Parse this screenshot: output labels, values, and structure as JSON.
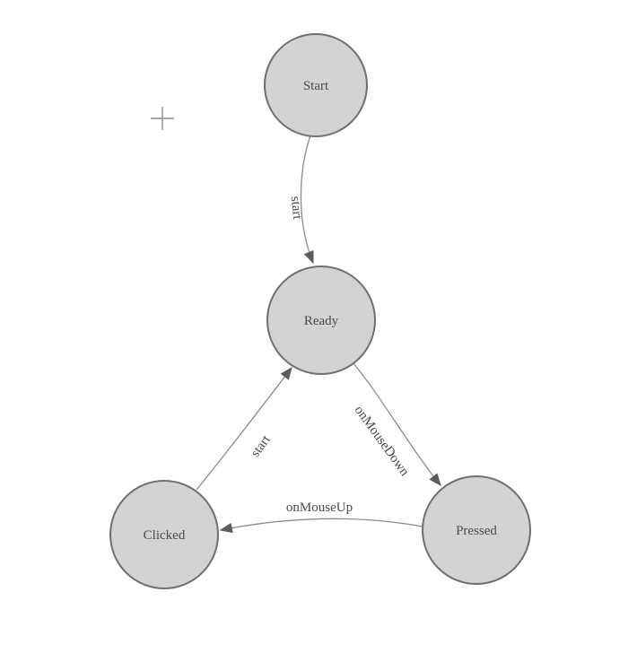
{
  "diagram": {
    "type": "state-machine",
    "nodes": [
      {
        "id": "start",
        "label": "Start"
      },
      {
        "id": "ready",
        "label": "Ready"
      },
      {
        "id": "clicked",
        "label": "Clicked"
      },
      {
        "id": "pressed",
        "label": "Pressed"
      }
    ],
    "edges": [
      {
        "id": "start-to-ready",
        "from": "Start",
        "to": "Ready",
        "label": "start"
      },
      {
        "id": "ready-to-pressed",
        "from": "Ready",
        "to": "Pressed",
        "label": "onMouseDown"
      },
      {
        "id": "pressed-to-clicked",
        "from": "Pressed",
        "to": "Clicked",
        "label": "onMouseUp"
      },
      {
        "id": "clicked-to-ready",
        "from": "Clicked",
        "to": "Ready",
        "label": "start"
      }
    ],
    "icons": {
      "crosshair": "+"
    },
    "colors": {
      "background": "#ffffff",
      "node_fill": "#d3d3d3",
      "node_stroke": "#6f6f6f",
      "edge_stroke": "#8c8c8c",
      "arrowhead_fill": "#5c5c5c",
      "label_text": "#4a4a4a"
    }
  }
}
